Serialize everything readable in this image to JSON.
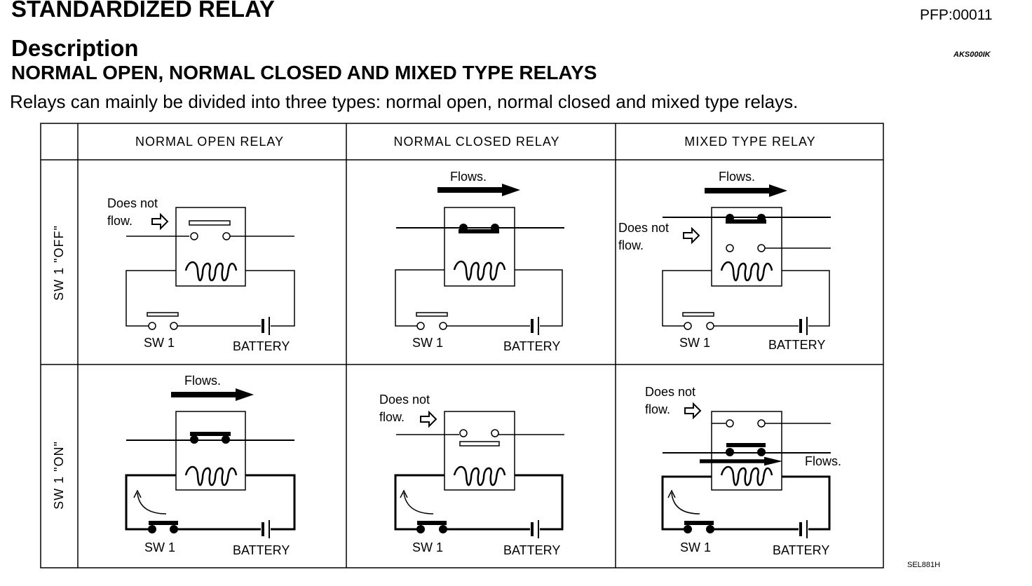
{
  "header": {
    "title": "STANDARDIZED RELAY",
    "code": "PFP:00011",
    "section": "Description",
    "section_code": "AKS000IK",
    "subtitle": "NORMAL OPEN, NORMAL CLOSED AND MIXED TYPE RELAYS",
    "intro": "Relays can mainly be divided into three types: normal open, normal closed and mixed type relays."
  },
  "table": {
    "columns": [
      "NORMAL OPEN RELAY",
      "NORMAL CLOSED RELAY",
      "MIXED TYPE RELAY"
    ],
    "rows": [
      "SW 1 \"OFF\"",
      "SW 1 \"ON\""
    ]
  },
  "labels": {
    "flows": "Flows.",
    "does_not": "Does  not",
    "does_not_tight": "Does  not",
    "flow": "flow.",
    "switch": "SW 1",
    "battery": "BATTERY"
  },
  "figure_code": "SEL881H"
}
